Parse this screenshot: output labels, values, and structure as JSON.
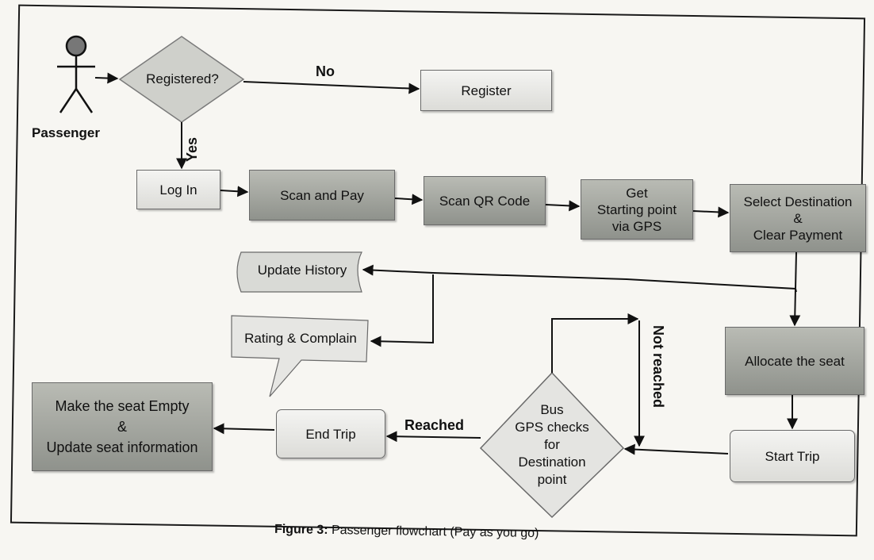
{
  "actor": {
    "label": "Passenger"
  },
  "decisions": {
    "registered": "Registered?",
    "gps_check": "Bus\nGPS checks\nfor\nDestination\npoint"
  },
  "steps": {
    "register": "Register",
    "log_in": "Log In",
    "scan_and_pay": "Scan and Pay",
    "scan_qr": "Scan QR Code",
    "get_start": "Get\nStarting point\nvia GPS",
    "select_destination": "Select Destination\n&\nClear Payment",
    "update_history": "Update History",
    "rating": "Rating & Complain",
    "allocate_seat": "Allocate the seat",
    "start_trip": "Start Trip",
    "end_trip": "End Trip",
    "make_seat_empty": "Make the seat Empty\n&\nUpdate seat information"
  },
  "edge_labels": {
    "no": "No",
    "yes": "Yes",
    "reached": "Reached",
    "not_reached": "Not reached"
  },
  "caption": {
    "prefix": "Figure 3:",
    "text": " Passenger flowchart (Pay as you go)"
  }
}
